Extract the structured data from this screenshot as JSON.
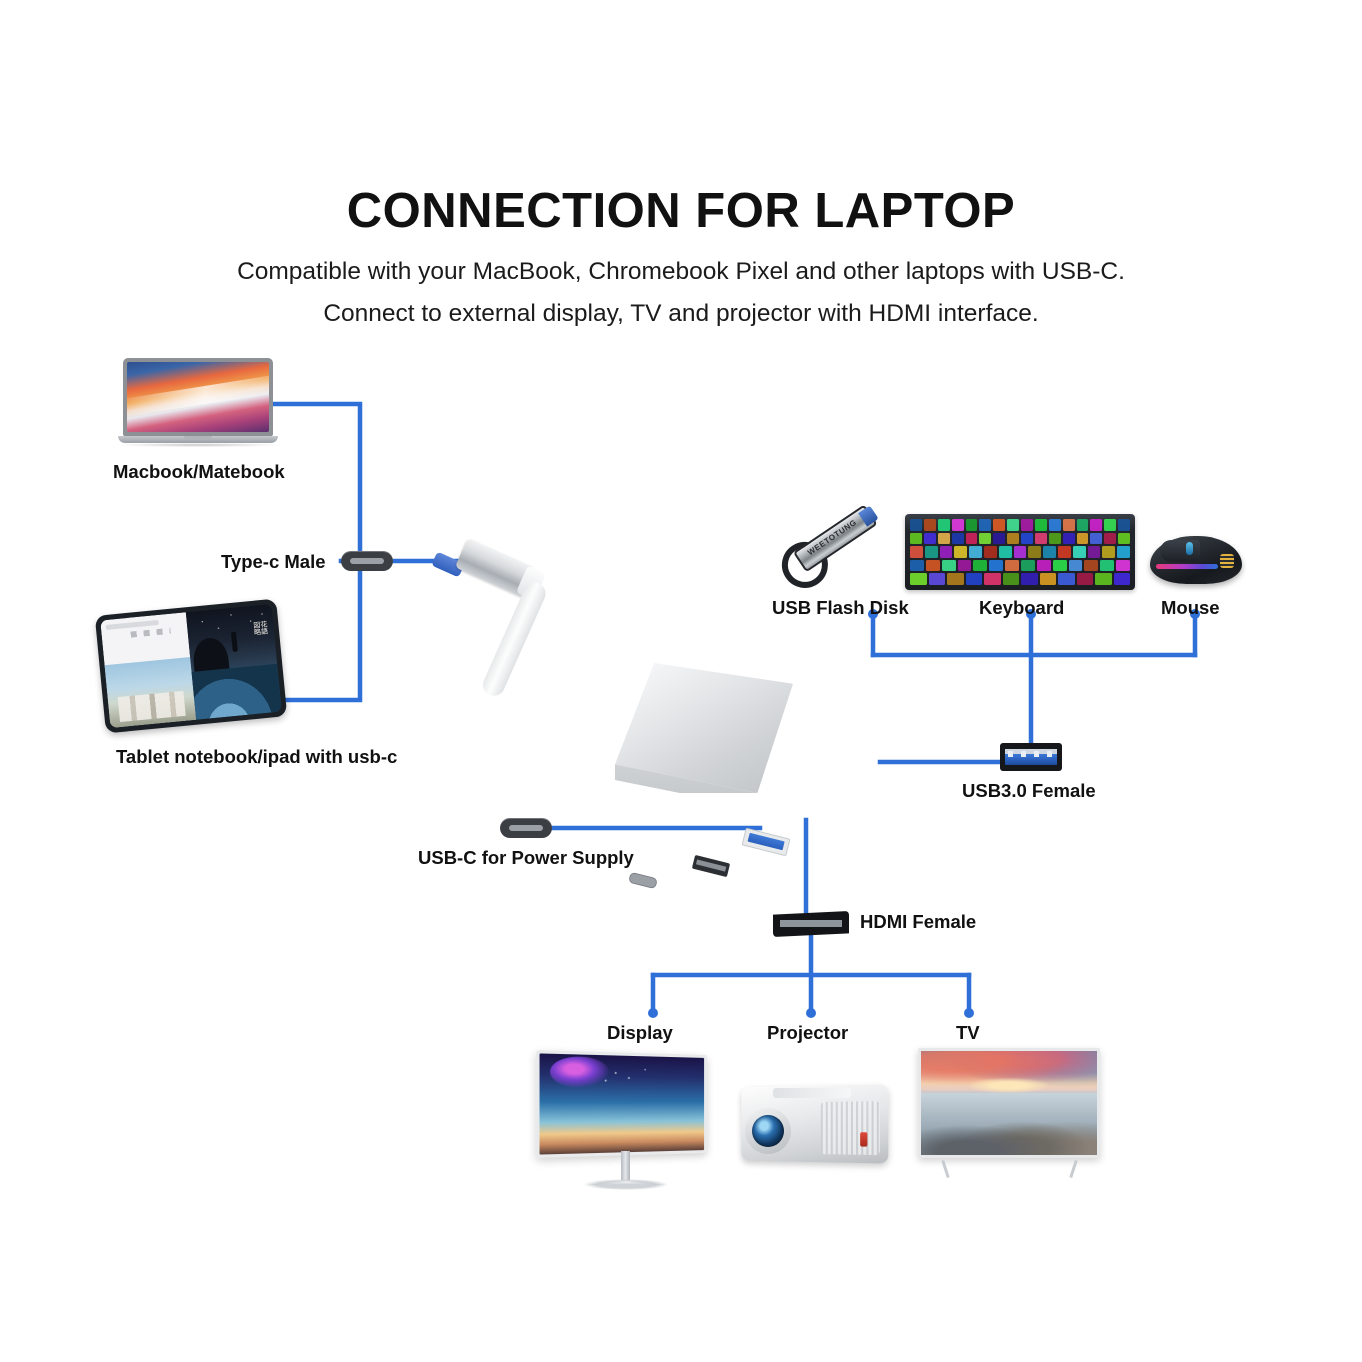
{
  "header": {
    "title": "CONNECTION FOR LAPTOP",
    "subtitle_line1": "Compatible with your MacBook, Chromebook Pixel and other laptops with USB-C.",
    "subtitle_line2": "Connect to external display, TV and projector with HDMI interface."
  },
  "sources": {
    "laptop_label": "Macbook/Matebook",
    "tablet_label": "Tablet notebook/ipad with usb-c"
  },
  "connectors": {
    "typec_male_label": "Type-c Male",
    "usbc_power_label": "USB-C for Power Supply",
    "usb3_female_label": "USB3.0 Female",
    "hdmi_female_label": "HDMI Female"
  },
  "usb_peripherals": [
    {
      "label": "USB Flash Disk",
      "icon": "usb-flash-drive-icon",
      "brand_text": "WEETOTUNG"
    },
    {
      "label": "Keyboard",
      "icon": "rgb-mechanical-keyboard-icon"
    },
    {
      "label": "Mouse",
      "icon": "gaming-mouse-icon"
    }
  ],
  "hdmi_outputs": [
    {
      "label": "Display",
      "icon": "monitor-icon"
    },
    {
      "label": "Projector",
      "icon": "projector-icon"
    },
    {
      "label": "TV",
      "icon": "television-icon"
    }
  ],
  "colors": {
    "wire": "#2f6fd8",
    "text": "#111111",
    "background": "#ffffff",
    "usb3_port": "#2a5fbd",
    "device_body": "#d0d3d6"
  }
}
